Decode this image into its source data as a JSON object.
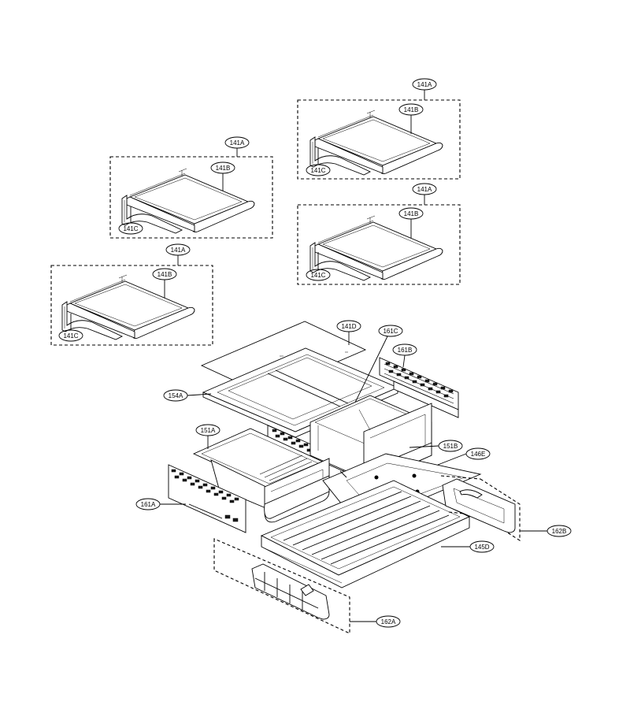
{
  "labels": {
    "a1": "141A",
    "b1": "141B",
    "c1": "141C",
    "a2": "141A",
    "b2": "141B",
    "c2": "141C",
    "a3": "141A",
    "b3": "141B",
    "c3": "141C",
    "a4": "141A",
    "b4": "141B",
    "c4": "141C",
    "d141": "141D",
    "c161": "161C",
    "b161": "161B",
    "a154": "154A",
    "a151": "151A",
    "b151": "151B",
    "e146": "146E",
    "a161": "161A",
    "b162": "162B",
    "d145": "145D",
    "a162": "162A"
  }
}
